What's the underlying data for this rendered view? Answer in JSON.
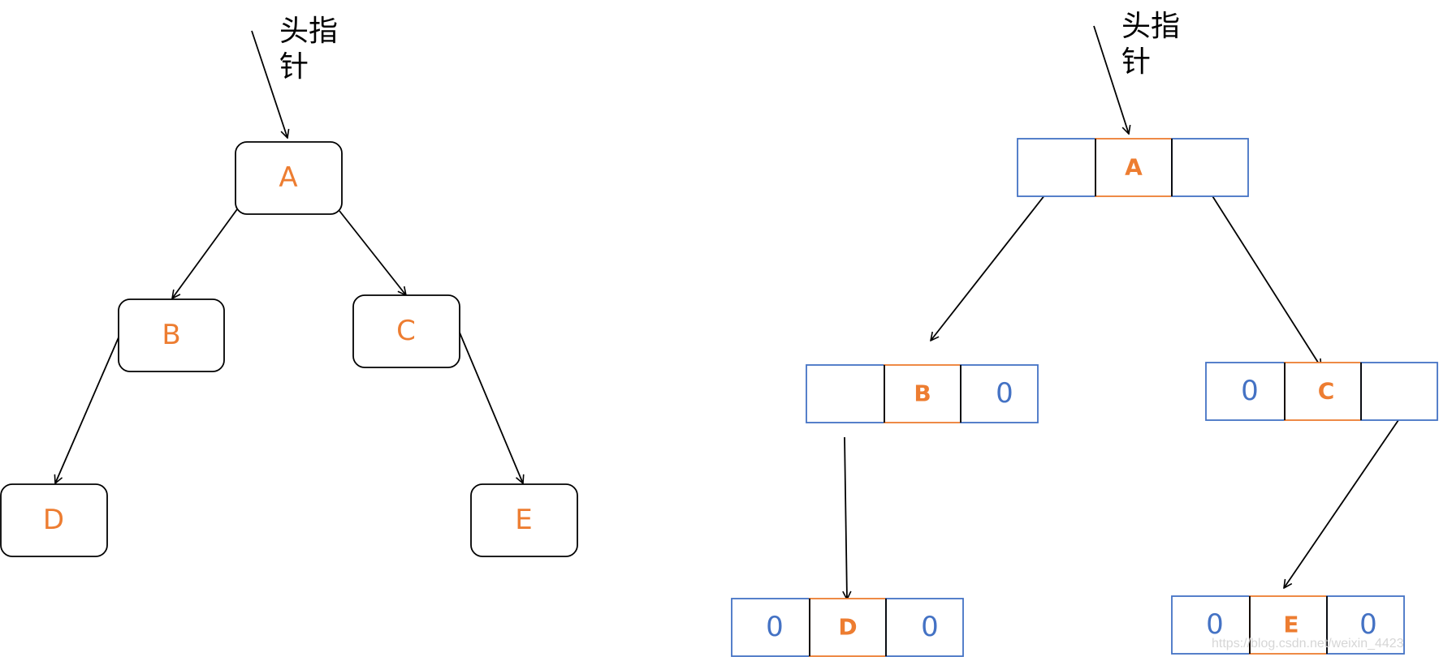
{
  "head_pointer_label_line1": "头指",
  "head_pointer_label_line2": "针",
  "colors": {
    "node_text": "#ED7D31",
    "null_value": "#4472C4",
    "cell_border": "#4472C4",
    "data_cell_border": "#ED7D31",
    "line": "#000000"
  },
  "tree": {
    "nodes": [
      {
        "id": "A",
        "label": "A"
      },
      {
        "id": "B",
        "label": "B"
      },
      {
        "id": "C",
        "label": "C"
      },
      {
        "id": "D",
        "label": "D"
      },
      {
        "id": "E",
        "label": "E"
      }
    ],
    "edges": [
      [
        "A",
        "B"
      ],
      [
        "A",
        "C"
      ],
      [
        "B",
        "D"
      ],
      [
        "C",
        "E"
      ]
    ]
  },
  "linked_nodes": [
    {
      "id": "A",
      "left": "",
      "data": "A",
      "right": ""
    },
    {
      "id": "B",
      "left": "",
      "data": "B",
      "right": "0"
    },
    {
      "id": "C",
      "left": "0",
      "data": "C",
      "right": ""
    },
    {
      "id": "D",
      "left": "0",
      "data": "D",
      "right": "0"
    },
    {
      "id": "E",
      "left": "0",
      "data": "E",
      "right": "0"
    }
  ],
  "watermark": "https://blog.csdn.net/weixin_4423"
}
